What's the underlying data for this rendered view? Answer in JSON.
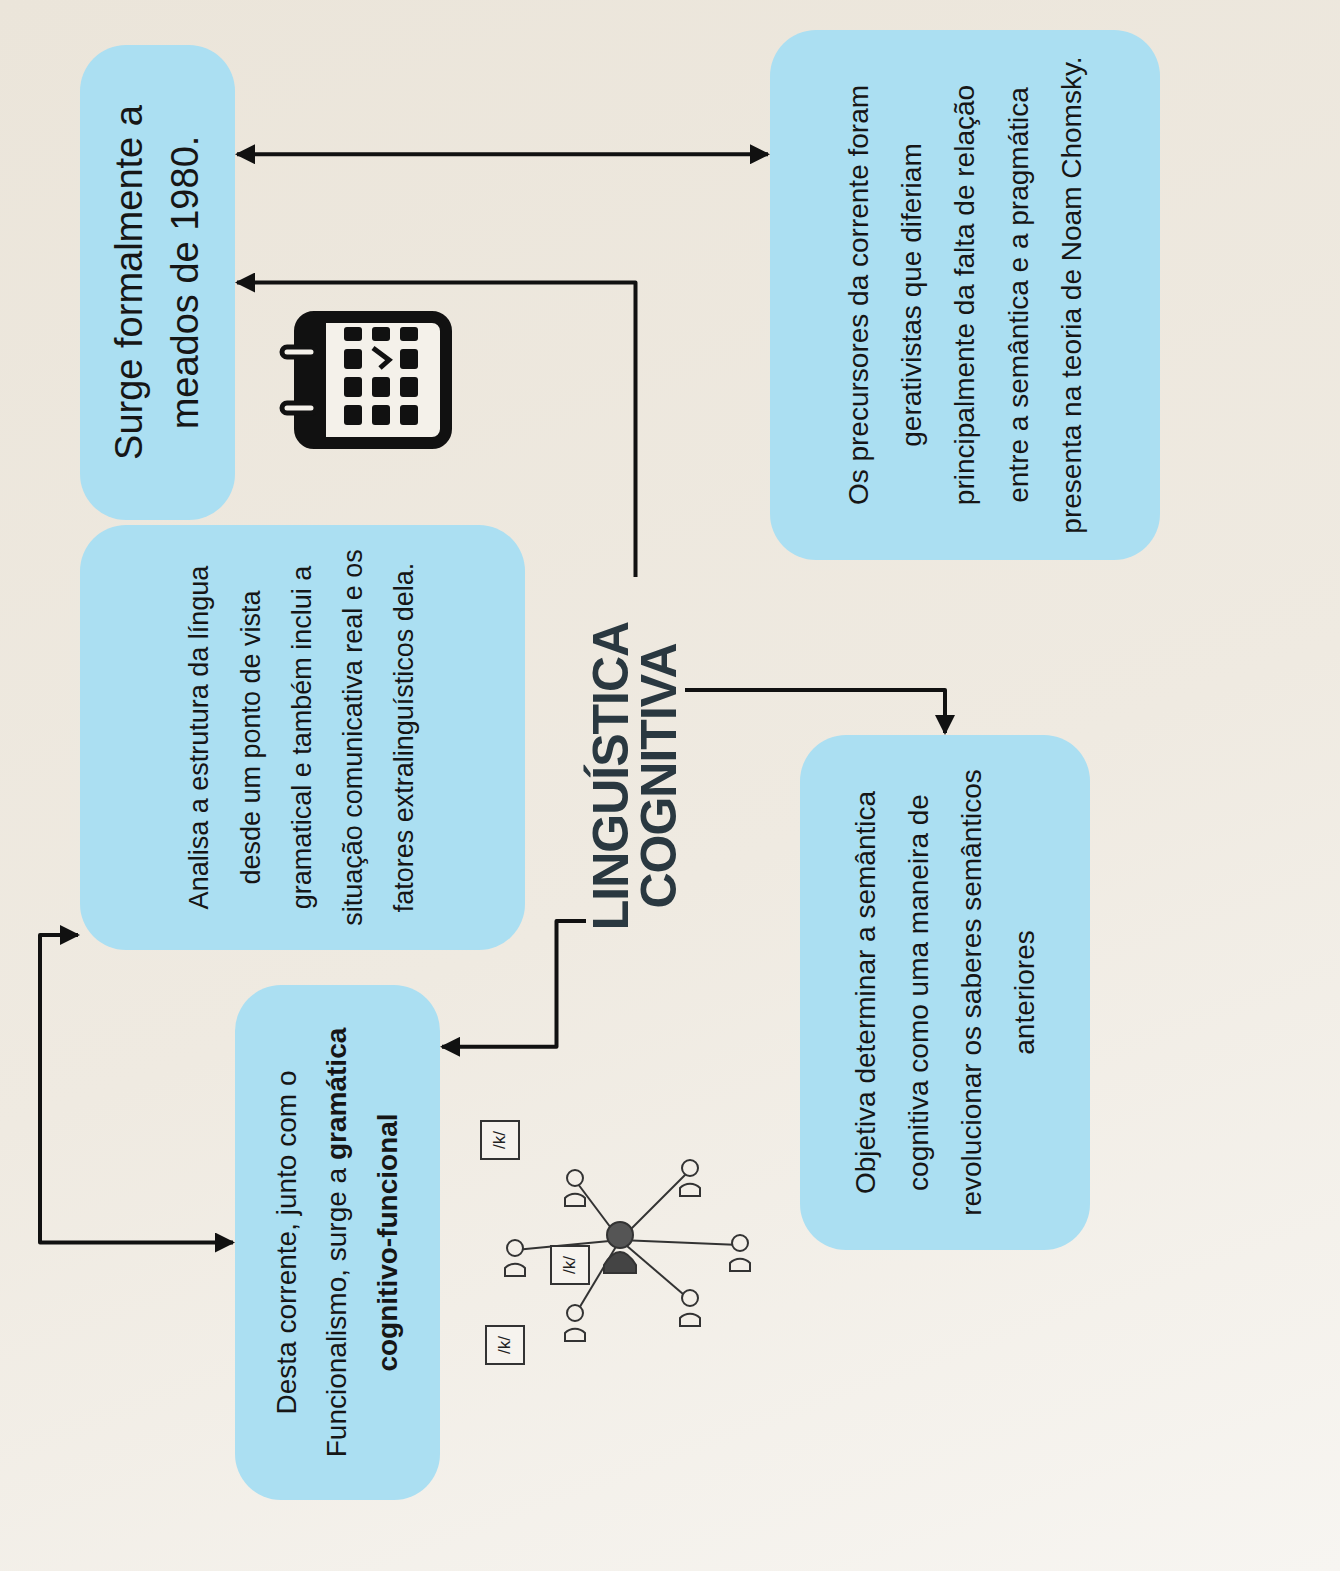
{
  "diagram": {
    "nodes": [
      {
        "text": [
          "LINGUÍSTICA COGNITIVA"
        ]
      },
      {
        "text": [
          "Surge formalmente a meados de 1980."
        ]
      },
      {
        "text": [
          "Os precursores da corrente foram gerativistas que diferiam principalmente da falta de relação entre a semântica e a pragmática presenta na teoria de Noam Chomsky."
        ]
      },
      {
        "text": [
          "Analisa a estrutura da língua desde um ponto de vista gramatical e também inclui a situação comunicativa real e os fatores extralinguísticos dela."
        ]
      },
      {
        "text": [
          "Desta corrente, junto com o Funcionalismo, surge a",
          "gramática cognitivo-funcional"
        ]
      },
      {
        "text": [
          "Objetiva determinar a semântica cognitiva como uma maneira de revolucionar os saberes semânticos anteriores"
        ]
      }
    ],
    "edges": [
      {
        "from": 0,
        "to": 1,
        "arrow": "to"
      },
      {
        "from": 0,
        "to": 4,
        "arrow": "to"
      },
      {
        "from": 0,
        "to": 5,
        "arrow": "to"
      },
      {
        "from": 1,
        "to": 2,
        "arrow": "both"
      },
      {
        "from": 3,
        "to": 4,
        "arrow": "both"
      }
    ],
    "labels": [
      "/k/",
      "/k/",
      "/k/"
    ]
  }
}
